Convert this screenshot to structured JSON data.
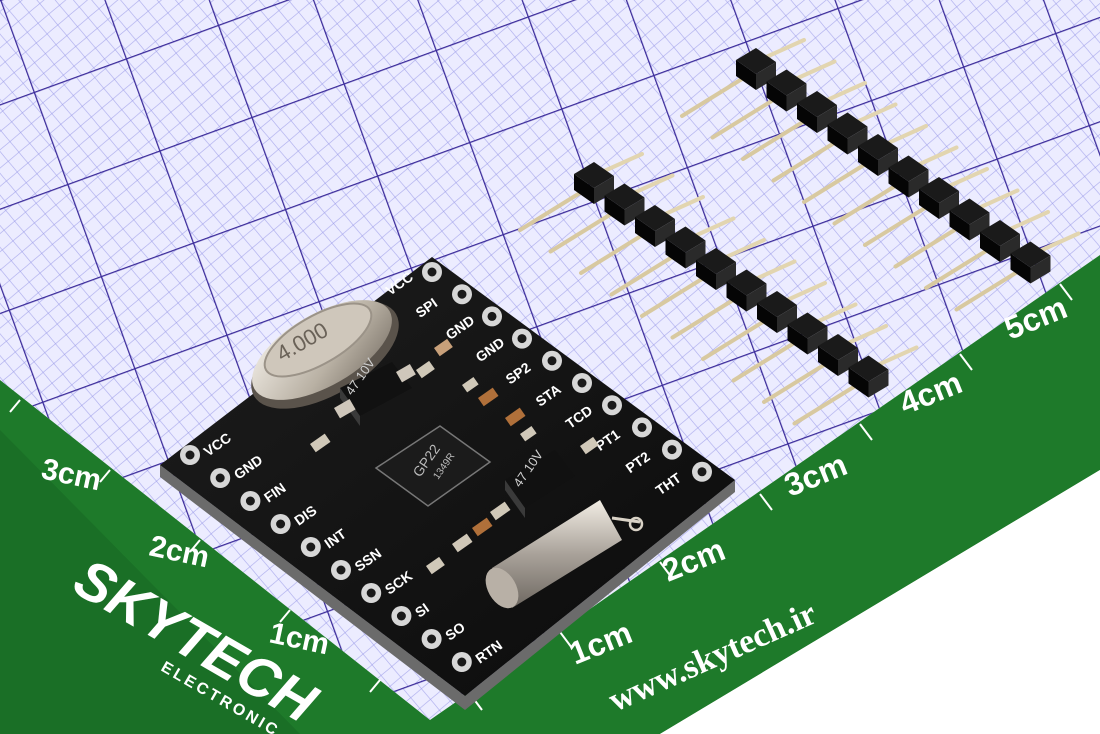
{
  "colors": {
    "background": "#ffffff",
    "grid_paper": "#e9e9ff",
    "grid_fine": "#8e8ee8",
    "grid_major": "#3a2a9a",
    "ruler_green": "#1e7a2a",
    "ruler_text": "#ffffff",
    "pcb_black": "#121212",
    "silkscreen": "#ffffff",
    "header_plastic": "#111111",
    "pin_metal": "#d8c9a0",
    "crystal_metal": "#c9c2b8"
  },
  "ruler_left": {
    "labels": [
      "3cm",
      "2cm",
      "1cm"
    ]
  },
  "ruler_right": {
    "labels": [
      "5cm",
      "4cm",
      "3cm",
      "2cm",
      "1cm"
    ],
    "url": "www.skytech.ir"
  },
  "brand": {
    "name": "SKYTECH",
    "sub": "ELECTRONIC"
  },
  "board": {
    "left_pins": [
      "VCC",
      "GND",
      "FIN",
      "DIS",
      "INT",
      "SSN",
      "SCK",
      "SI",
      "SO",
      "RTN"
    ],
    "right_pins": [
      "VCC",
      "SPI",
      "GND",
      "GND",
      "SP2",
      "STA",
      "TCD",
      "PT1",
      "PT2",
      "THT"
    ],
    "crystal_label": "4.000",
    "chip_text_1": "GP22",
    "chip_text_2": "1349R",
    "cap_text_1": "47 10V",
    "cap_text_2": "47 10V"
  },
  "headers": {
    "long_pin_count": 10,
    "short_pin_count": 10
  }
}
